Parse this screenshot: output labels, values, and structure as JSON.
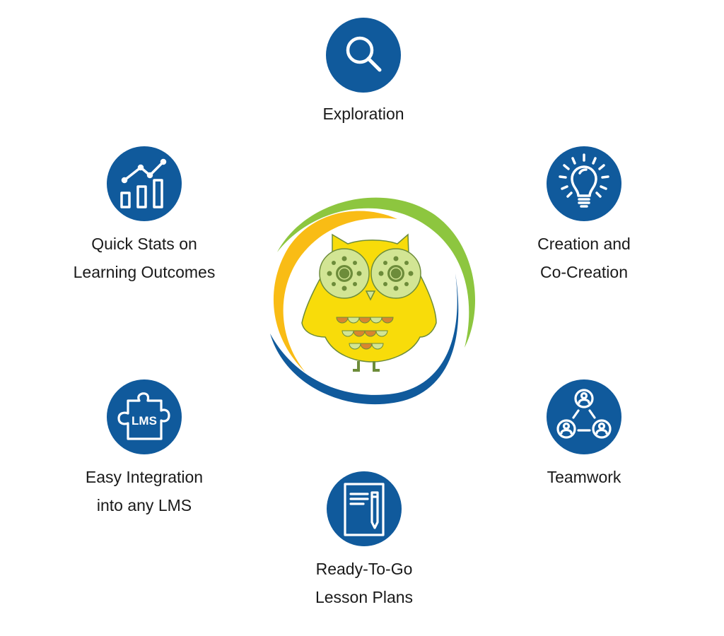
{
  "colors": {
    "icon_bg": "#105a9c",
    "icon_fg": "#ffffff",
    "ring_green": "#8dc63f",
    "ring_orange": "#f9bc15",
    "ring_blue": "#105a9c",
    "owl_body": "#f8dc0a",
    "owl_eye": "#d2e594",
    "owl_outline": "#6d8c3a",
    "owl_feather_orange": "#d9852e"
  },
  "center_logo": {
    "icon": "owl-logo-icon"
  },
  "features": [
    {
      "id": "exploration",
      "icon": "magnifier-icon",
      "lines": [
        "Exploration"
      ]
    },
    {
      "id": "quick-stats",
      "icon": "chart-growth-icon",
      "lines": [
        "Quick Stats on",
        "Learning Outcomes"
      ]
    },
    {
      "id": "creation",
      "icon": "lightbulb-icon",
      "lines": [
        "Creation and",
        "Co-Creation"
      ]
    },
    {
      "id": "lms",
      "icon": "puzzle-lms-icon",
      "icon_text": "LMS",
      "lines": [
        "Easy Integration",
        "into any LMS"
      ]
    },
    {
      "id": "teamwork",
      "icon": "team-network-icon",
      "lines": [
        "Teamwork"
      ]
    },
    {
      "id": "lesson-plans",
      "icon": "notebook-pencil-icon",
      "lines": [
        "Ready-To-Go",
        "Lesson Plans"
      ]
    }
  ]
}
